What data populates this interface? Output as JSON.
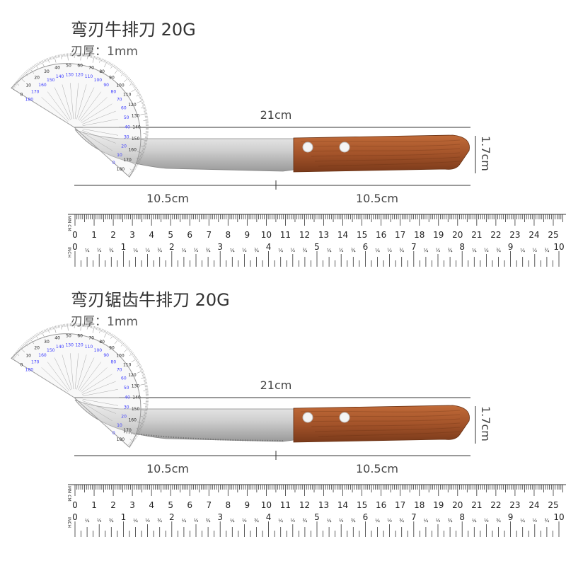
{
  "sections": [
    {
      "title": "弯刃牛排刀 20G",
      "thickness": "刃厚：1mm",
      "serrated": false,
      "dims": {
        "total_length": "21cm",
        "handle_height": "1.7cm",
        "left_half": "10.5cm",
        "right_half": "10.5cm"
      }
    },
    {
      "title": "弯刃锯齿牛排刀 20G",
      "thickness": "刃厚：1mm",
      "serrated": true,
      "dims": {
        "total_length": "21cm",
        "handle_height": "1.7cm",
        "left_half": "10.5cm",
        "right_half": "10.5cm"
      }
    }
  ],
  "ruler": {
    "cm_label": "MM CM",
    "inch_label": "INCH",
    "cm_numbers": [
      "0",
      "1",
      "2",
      "3",
      "4",
      "5",
      "6",
      "7",
      "8",
      "9",
      "10",
      "11",
      "12",
      "13",
      "14",
      "15",
      "16",
      "17",
      "18",
      "19",
      "20",
      "21",
      "22",
      "23",
      "24",
      "25"
    ],
    "inch_numbers": [
      "0",
      "1",
      "2",
      "3",
      "4",
      "5",
      "6",
      "7",
      "8",
      "9",
      "10"
    ],
    "inch_fractions": [
      "¼",
      "½",
      "¾"
    ]
  },
  "protractor": {
    "outer_scale": [
      "0",
      "10",
      "20",
      "30",
      "40",
      "50",
      "60",
      "70",
      "80",
      "90",
      "100",
      "110",
      "120",
      "130",
      "140",
      "150",
      "160",
      "170",
      "180"
    ],
    "inner_scale": [
      "180",
      "170",
      "160",
      "150",
      "140",
      "130",
      "120",
      "110",
      "100",
      "90",
      "80",
      "70",
      "60",
      "50",
      "40",
      "30",
      "20",
      "10",
      "0"
    ],
    "inner_color": "#3a3aff"
  },
  "colors": {
    "handle": "#a4542a",
    "handle_dark": "#7a3a1a",
    "blade": "#c8c8c8",
    "text": "#333333"
  }
}
